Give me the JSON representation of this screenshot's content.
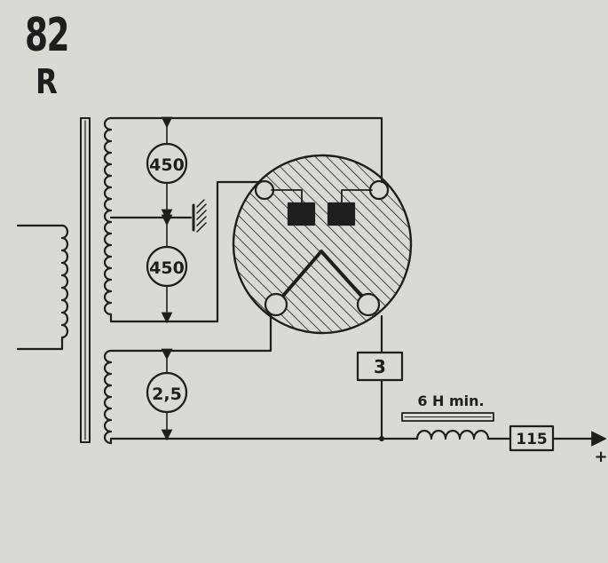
{
  "header": {
    "tube_number": "82",
    "tube_suffix": "R"
  },
  "labels": {
    "voltage_upper": "450",
    "voltage_lower": "450",
    "voltage_heater": "2,5",
    "load_box": "3",
    "choke_label": "6 H min.",
    "output_box": "115",
    "output_sign": "+"
  },
  "colors": {
    "background": "#d9d9d6",
    "ink": "#1e1e1e"
  }
}
